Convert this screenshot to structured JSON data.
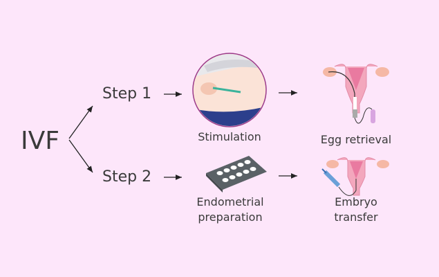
{
  "root": "IVF",
  "steps": [
    {
      "label": "Step 1",
      "first": "Stimulation",
      "second": "Egg retrieval"
    },
    {
      "label": "Step 2",
      "first_line1": "Endometrial",
      "first_line2": "preparation",
      "second_line1": "Embryo",
      "second_line2": "transfer"
    }
  ],
  "colors": {
    "background": "#fde6fa",
    "text": "#3a3a3a",
    "accent": "#9b3a8a"
  }
}
